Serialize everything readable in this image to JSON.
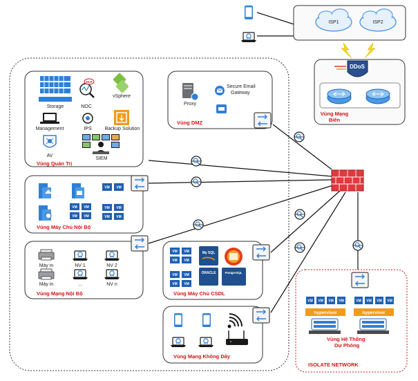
{
  "isp": [
    "ISP1",
    "ISP2"
  ],
  "ddos": "DDoS",
  "border_zone": [
    "Vùng Mạng",
    "Biên"
  ],
  "admin": {
    "zone": "Vùng Quản Trị",
    "storage": "Storage",
    "noc": "NOC",
    "dlp": "DLP",
    "vsphere": "vSphere",
    "management": "Management",
    "ips": "IPS",
    "backup": "Backup Solution",
    "av": "AV",
    "siem": "SIEM"
  },
  "dmz": {
    "zone": "Vùng DMZ",
    "proxy": "Proxy",
    "email": [
      "Secure Email",
      "Gateway"
    ]
  },
  "servers_zone": "Vùng Máy Chủ Nội Bộ",
  "internal": {
    "zone": "Vùng Mạng Nội Bộ",
    "printer": "Máy in",
    "nv1": "NV 1",
    "nv2": "NV 2",
    "dots": "...",
    "nvn": "NV n"
  },
  "db": {
    "zone": "Vùng Máy Chủ CSDL",
    "mysql": "My SQL",
    "oracle": "ORACLE",
    "postgres": "PostgreSQL"
  },
  "wireless_zone": "Vùng Mạng Không Dây",
  "isolate": {
    "hypervisor": "hypervisor",
    "backup_zone": [
      "Vùng Hệ Thống",
      "Dự Phòng"
    ],
    "label": "ISOLATE NETWORK"
  },
  "vm": "VM",
  "colors": {
    "zone_text": "#d11414",
    "device_blue": "#2f7fd6",
    "vm_blue": "#1f5fb2",
    "firewall_red": "#e0393e",
    "hypervisor_orange": "#f29a1b"
  }
}
